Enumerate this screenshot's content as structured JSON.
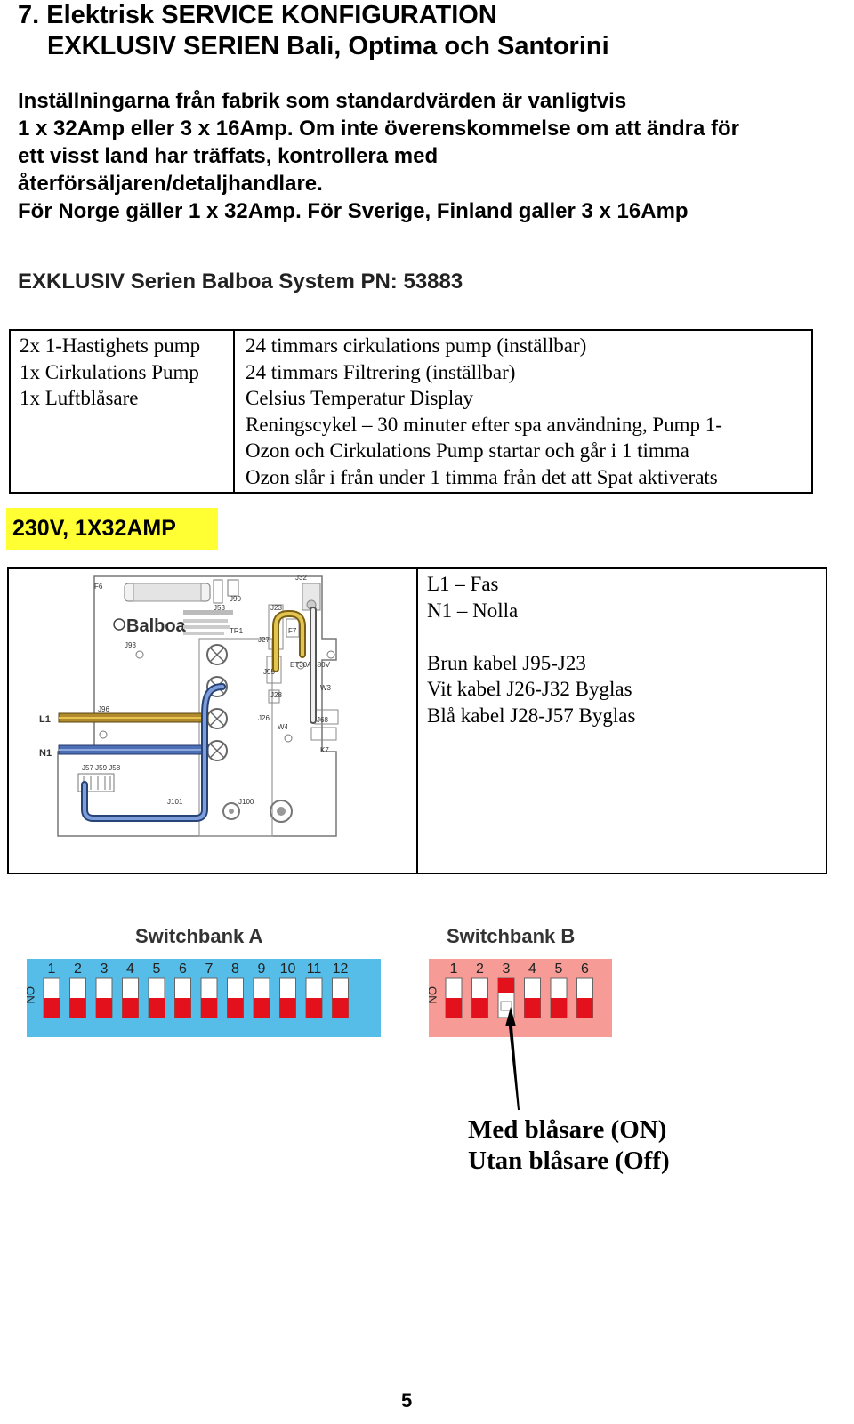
{
  "header": {
    "line1": "7. Elektrisk SERVICE KONFIGURATION",
    "line2": "EXKLUSIV SERIEN Bali, Optima och Santorini"
  },
  "intro": [
    "Inställningarna från fabrik som standardvärden är vanligtvis",
    "1 x 32Amp eller 3 x 16Amp. Om inte  överenskommelse om att ändra för",
    "ett visst land har träffats, kontrollera med",
    "återförsäljaren/detaljhandlare.",
    "För Norge gäller 1 x 32Amp. För Sverige, Finland galler 3 x 16Amp"
  ],
  "system_heading": "EXKLUSIV Serien Balboa System PN: 53883",
  "spec": {
    "left": [
      "2x 1-Hastighets pump",
      "1x Cirkulations Pump",
      "1x Luftblåsare"
    ],
    "right": [
      "24 timmars cirkulations pump (inställbar)",
      "24 timmars Filtrering (inställbar)",
      "Celsius Temperatur Display",
      "Reningscykel – 30 minuter efter spa användning, Pump 1-",
      "Ozon och Cirkulations Pump startar och går i 1 timma",
      "Ozon slår i från under 1 timma från det att Spat aktiverats"
    ]
  },
  "voltage_label": "230V, 1X32AMP",
  "wiring": {
    "board": {
      "brand": "Balboa",
      "labels": {
        "f6": "F6",
        "j53": "J53",
        "j90": "J90",
        "j32": "J32",
        "j23": "J23",
        "f7": "F7",
        "j27": "J27",
        "j95": "J95",
        "tr1": "TR1",
        "j93": "J93",
        "fuse": "ET30A 480V",
        "w3": "W3",
        "j96": "J96",
        "j28": "J28",
        "j26": "J26",
        "w4": "W4",
        "j68": "J68",
        "k7": "K7",
        "l1": "L1",
        "n1": "N1",
        "j57j59j58": "J57 J59 J58",
        "j101": "J101",
        "j100": "J100"
      }
    },
    "notes": [
      "L1 – Fas",
      "N1 – Nolla",
      "",
      "Brun kabel J95-J23",
      "Vit kabel J26-J32 Byglas",
      "Blå kabel J28-J57 Byglas"
    ]
  },
  "switchbanks": {
    "a": {
      "title": "Switchbank A",
      "color": "#55bde8",
      "on_label": "ON",
      "numbers": [
        "1",
        "2",
        "3",
        "4",
        "5",
        "6",
        "7",
        "8",
        "9",
        "10",
        "11",
        "12"
      ],
      "states": [
        "off",
        "off",
        "off",
        "off",
        "off",
        "off",
        "off",
        "off",
        "off",
        "off",
        "off",
        "off"
      ]
    },
    "b": {
      "title": "Switchbank B",
      "color": "#f69b95",
      "on_label": "ON",
      "numbers": [
        "1",
        "2",
        "3",
        "4",
        "5",
        "6"
      ],
      "states": [
        "off",
        "off",
        "on",
        "off",
        "off",
        "off"
      ]
    },
    "switch_color": "#e3111b"
  },
  "blower_labels": [
    "Med blåsare (ON)",
    "Utan blåsare (Off)"
  ],
  "page_number": "5"
}
